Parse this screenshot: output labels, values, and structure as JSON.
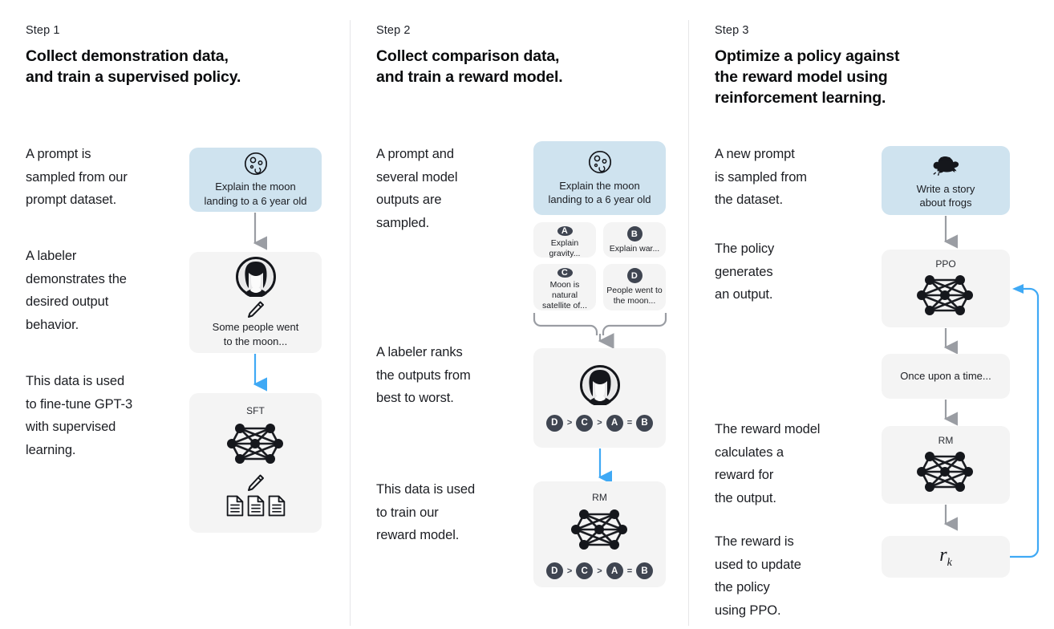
{
  "diagram": {
    "title_semantic": "InstructGPT three-step RLHF training diagram",
    "accent_blue": "#3fa9f5",
    "card_blue": "#cfe3ef",
    "card_grey": "#f4f4f4",
    "badge_grey": "#3f4551",
    "arrow_grey": "#9a9da3",
    "divider_color": "#e6e6e8"
  },
  "steps": [
    {
      "label": "Step 1",
      "title_lines": [
        "Collect demonstration data,",
        "and train a supervised policy."
      ],
      "paragraphs": [
        "A prompt is\nsampled from our\nprompt dataset.",
        "A labeler\ndemonstrates the\ndesired output\nbehavior.",
        "This data is used\nto fine-tune GPT-3\nwith supervised\nlearning."
      ],
      "cards": [
        {
          "kind": "prompt",
          "icon": "moon-icon",
          "text": "Explain the moon\nlanding to a 6 year old"
        },
        {
          "kind": "labeler",
          "icon": "labeler-avatar-icon",
          "sub_icon": "pencil-icon",
          "text": "Some people went\nto the moon..."
        },
        {
          "kind": "model",
          "icon": "neural-net-icon",
          "label": "SFT",
          "sub_icon": "pencil-icon",
          "extra_icon": "documents-icon"
        }
      ]
    },
    {
      "label": "Step 2",
      "title_lines": [
        "Collect comparison data,",
        "and train a reward model."
      ],
      "paragraphs": [
        "A prompt and\nseveral model\noutputs are\nsampled.",
        "A labeler ranks\nthe outputs from\nbest to worst.",
        "This data is used\nto train our\nreward model."
      ],
      "cards": [
        {
          "kind": "prompt",
          "icon": "moon-icon",
          "text": "Explain the moon\nlanding to a 6 year old"
        },
        {
          "kind": "ranking",
          "icon": "labeler-avatar-icon"
        },
        {
          "kind": "model",
          "icon": "neural-net-icon",
          "label": "RM"
        }
      ],
      "options": [
        {
          "badge": "A",
          "text": "Explain gravity..."
        },
        {
          "badge": "B",
          "text": "Explain war..."
        },
        {
          "badge": "C",
          "text": "Moon is natural\nsatellite of..."
        },
        {
          "badge": "D",
          "text": "People went to\nthe moon..."
        }
      ],
      "ranking": [
        "D",
        ">",
        "C",
        ">",
        "A",
        "=",
        "B"
      ]
    },
    {
      "label": "Step 3",
      "title_lines": [
        "Optimize a policy against",
        "the reward model using",
        "reinforcement learning."
      ],
      "paragraphs": [
        "A new prompt\nis sampled from\nthe dataset.",
        "The policy\ngenerates\nan output.",
        "The reward model\ncalculates a\nreward for\nthe output.",
        "The reward is\nused to update\nthe policy\nusing PPO."
      ],
      "cards": [
        {
          "kind": "prompt",
          "icon": "frog-icon",
          "text": "Write a story\nabout frogs"
        },
        {
          "kind": "model",
          "icon": "neural-net-icon",
          "label": "PPO"
        },
        {
          "kind": "output",
          "text": "Once upon a time..."
        },
        {
          "kind": "model",
          "icon": "neural-net-icon",
          "label": "RM"
        },
        {
          "kind": "reward",
          "symbol": "r",
          "subscript": "k"
        }
      ]
    }
  ]
}
